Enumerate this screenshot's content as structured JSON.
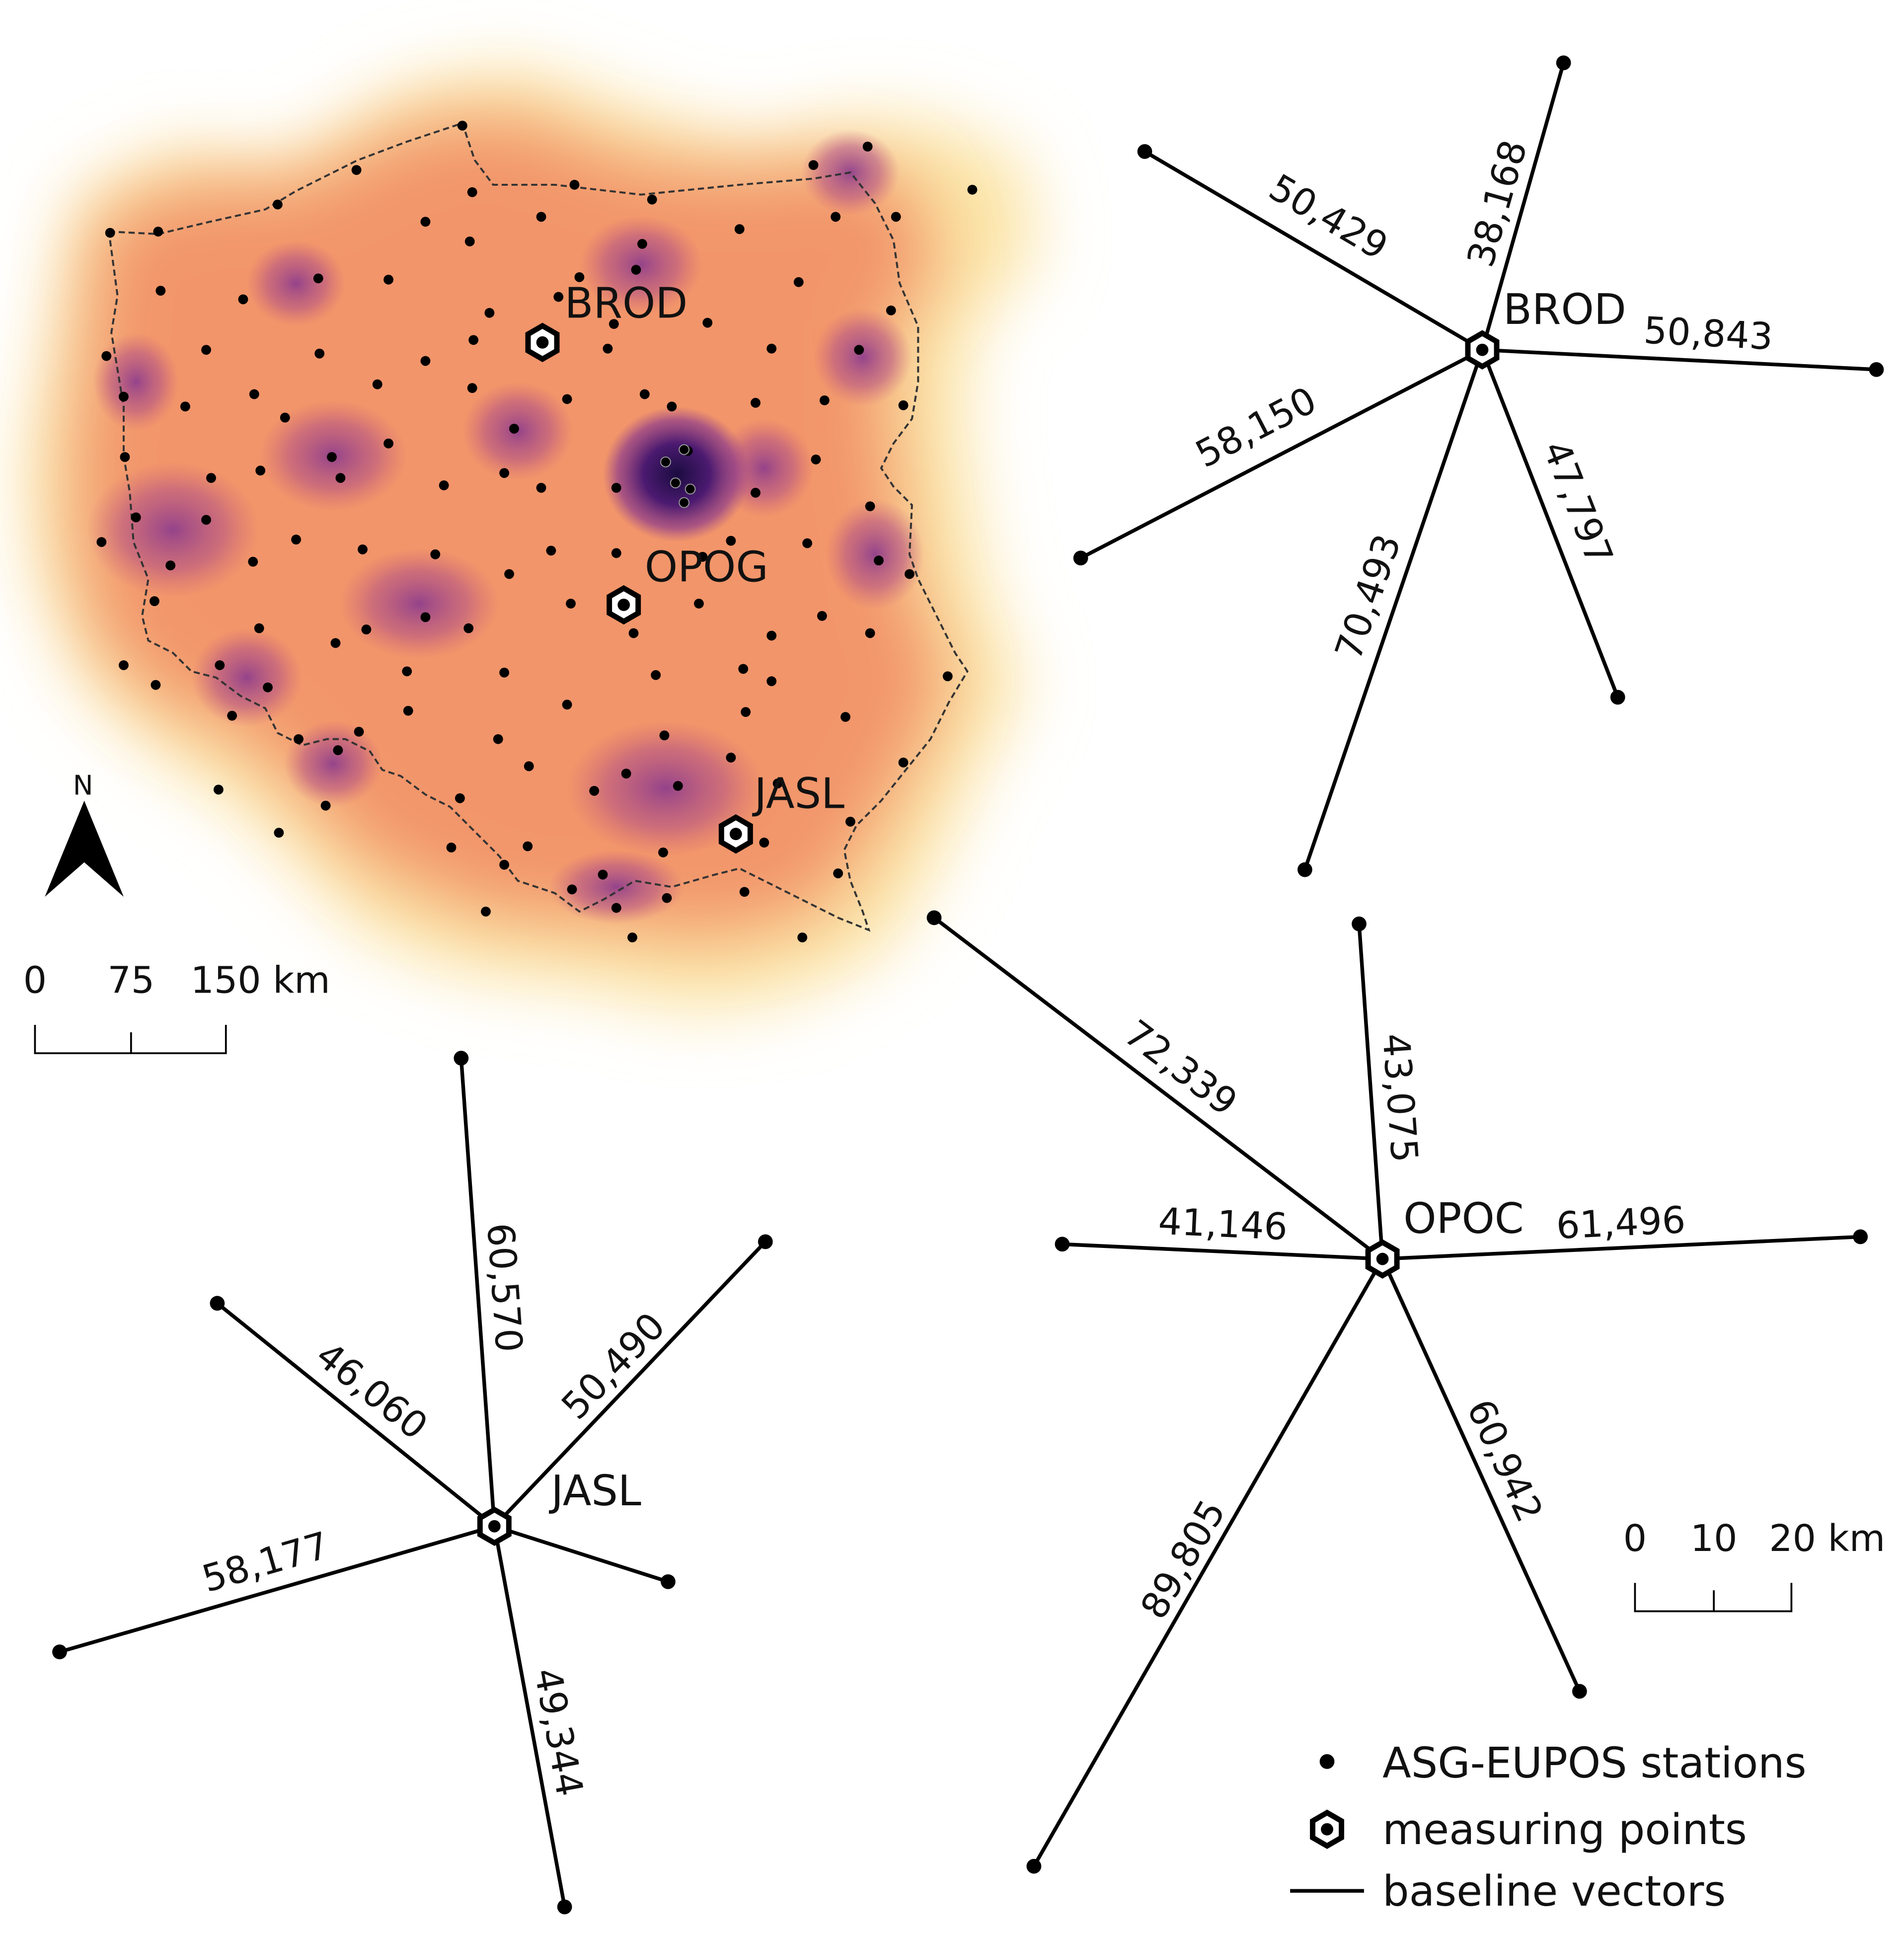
{
  "overview_map": {
    "measuring_points": [
      {
        "label": "BROD"
      },
      {
        "label": "OPOG"
      },
      {
        "label": "JASL"
      }
    ],
    "north_arrow_label": "N",
    "scale_bar": {
      "ticks": [
        "0",
        "75",
        "150 km"
      ]
    }
  },
  "star_brod": {
    "name": "BROD",
    "baselines": [
      "50,429",
      "38,168",
      "50,843",
      "58,150",
      "47,797",
      "70,493"
    ]
  },
  "star_opoc": {
    "name": "OPOC",
    "baselines": [
      "72,339",
      "43,075",
      "41,146",
      "61,496",
      "89,805",
      "60,942"
    ]
  },
  "star_jasl": {
    "name": "JASL",
    "baselines": [
      "60,570",
      "46,060",
      "50,490",
      "58,177",
      "49,344"
    ]
  },
  "detail_scale_bar": {
    "ticks": [
      "0",
      "10",
      "20 km"
    ]
  },
  "legend": {
    "items": [
      {
        "label": "ASG-EUPOS stations",
        "icon": "dot-icon"
      },
      {
        "label": "measuring points",
        "icon": "hexagon-icon"
      },
      {
        "label": "baseline vectors",
        "icon": "line-icon"
      }
    ]
  },
  "colors": {
    "density_low": "#fdf0b8",
    "density_mid": "#f39a6b",
    "density_high": "#a24a8a",
    "density_peak": "#1b0c41",
    "station": "#000000",
    "border": "#333333",
    "line": "#000000"
  }
}
